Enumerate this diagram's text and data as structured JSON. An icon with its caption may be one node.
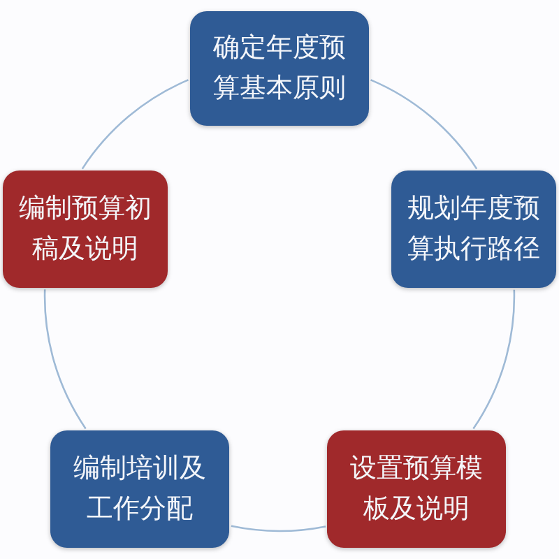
{
  "diagram": {
    "nodes": [
      {
        "text": [
          "确定年度预算基本原则"
        ]
      },
      {
        "text": [
          "编制预算初稿及说明"
        ]
      },
      {
        "text": [
          "规划年度预算执行路径"
        ]
      },
      {
        "text": [
          "编制培训及工作分配"
        ]
      },
      {
        "text": [
          "设置预算模板及说明"
        ]
      }
    ],
    "edges": [
      {
        "from": 0,
        "to": 2,
        "arrow": "none"
      },
      {
        "from": 2,
        "to": 4,
        "arrow": "none"
      },
      {
        "from": 4,
        "to": 3,
        "arrow": "none"
      },
      {
        "from": 3,
        "to": 1,
        "arrow": "none"
      },
      {
        "from": 1,
        "to": 0,
        "arrow": "none"
      }
    ]
  }
}
